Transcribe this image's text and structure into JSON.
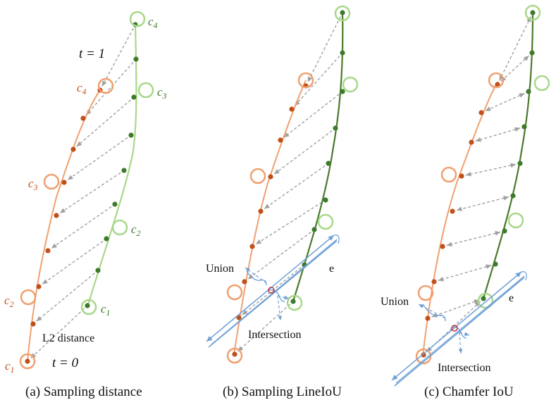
{
  "colors": {
    "orange": "#f0a070",
    "orange_point": "#c0501a",
    "green_light": "#a8d88a",
    "green_dark": "#4a7a2c",
    "green_point": "#3d7a2a",
    "arrow_gray": "#a0a0a0",
    "band_blue": "#6fa0d6",
    "marker_red": "#c03040"
  },
  "panels": [
    {
      "caption": "(a) Sampling distance",
      "labels": {
        "orange_c1": "c",
        "orange_c1_sub": "1",
        "orange_c2": "c",
        "orange_c2_sub": "2",
        "orange_c3": "c",
        "orange_c3_sub": "3",
        "orange_c4": "c",
        "orange_c4_sub": "4",
        "green_c1": "c",
        "green_c1_sub": "1",
        "green_c2": "c",
        "green_c2_sub": "2",
        "green_c3": "c",
        "green_c3_sub": "3",
        "green_c4": "c",
        "green_c4_sub": "4",
        "t_top": "t = 1",
        "t_bottom": "t = 0",
        "distance_label": "L2 distance"
      }
    },
    {
      "caption": "(b) Sampling LineIoU",
      "labels": {
        "union": "Union",
        "intersection": "Intersection",
        "e": "e"
      }
    },
    {
      "caption": "(c) Chamfer IoU",
      "labels": {
        "union": "Union",
        "intersection": "Intersection",
        "e": "e"
      }
    }
  ]
}
